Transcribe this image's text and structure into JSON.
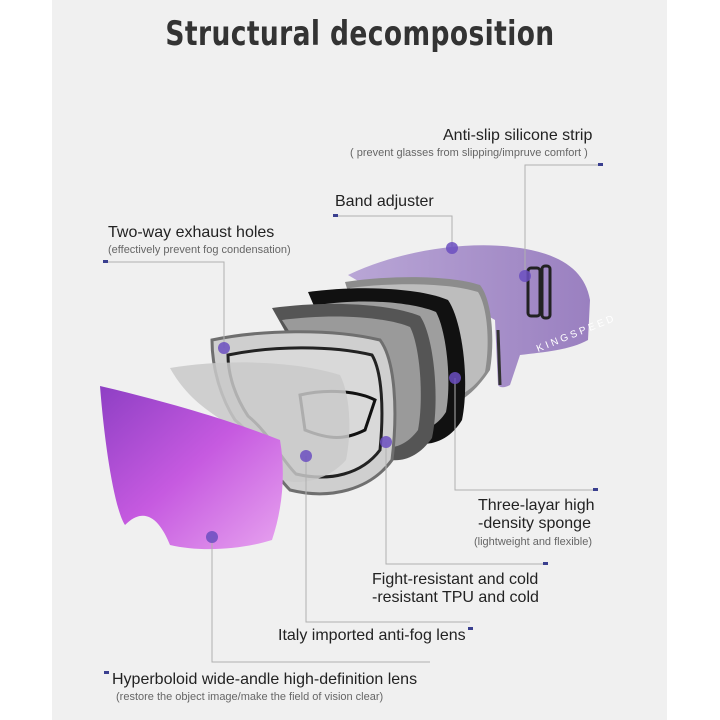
{
  "title": "Structural decomposition",
  "brand_text": "KINGSPEED",
  "colors": {
    "lens_purple": "#b04fd6",
    "strap_purple": "#a48ac6",
    "marker": "#6b4fbf",
    "accent_tick": "#3a3f8f"
  },
  "callouts": {
    "anti_slip": {
      "label": "Anti-slip silicone strip",
      "note": "( prevent glasses from  slipping/impruve comfort )"
    },
    "band_adjuster": {
      "label": "Band adjuster"
    },
    "exhaust": {
      "label": "Two-way exhaust holes",
      "note": "(effectively prevent fog condensation)"
    },
    "sponge": {
      "label_line1": "Three-layar high",
      "label_line2": "-density sponge",
      "note": "(lightweight and flexible)"
    },
    "tpu": {
      "label_line1": "Fight-resistant and cold",
      "label_line2": "-resistant TPU and cold"
    },
    "antifog": {
      "label": "Italy imported anti-fog lens"
    },
    "hyperboloid": {
      "label": "Hyperboloid wide-andle high-definition lens",
      "note": "(restore the object image/make the field of vision clear)"
    }
  }
}
